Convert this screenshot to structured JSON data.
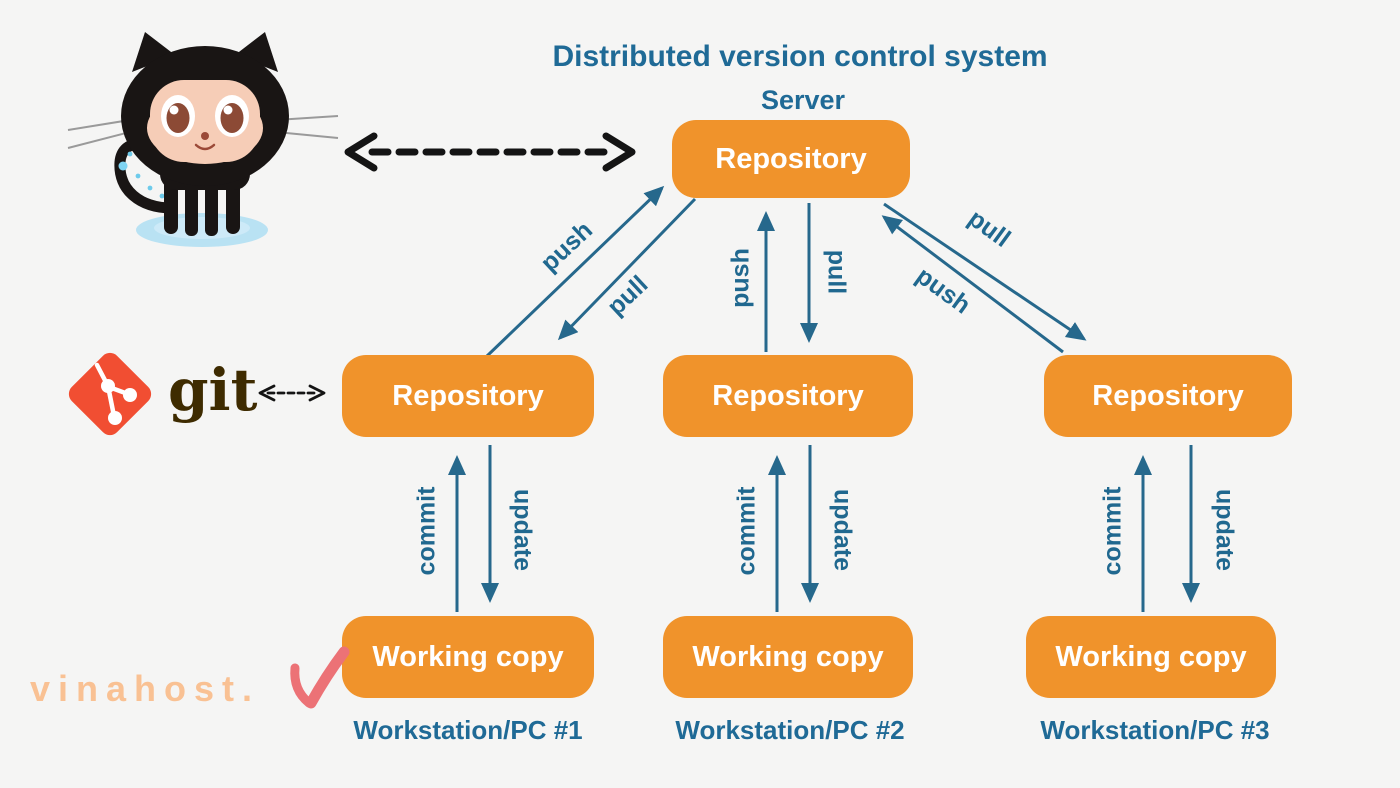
{
  "title": "Distributed version control system",
  "server": {
    "label": "Server",
    "box": "Repository"
  },
  "nodes": {
    "repositories": [
      "Repository",
      "Repository",
      "Repository"
    ],
    "working_copies": [
      "Working copy",
      "Working copy",
      "Working copy"
    ],
    "workstations": [
      "Workstation/PC #1",
      "Workstation/PC #2",
      "Workstation/PC #3"
    ]
  },
  "edge_labels": {
    "push": "push",
    "pull": "pull",
    "commit": "commit",
    "update": "update"
  },
  "logos": {
    "github_icon": "github-octocat-mascot",
    "git_icon": "git-diamond-logo",
    "git_label": "git"
  },
  "watermark": {
    "text": "vinahost.",
    "mark": "v-checkmark"
  },
  "colors": {
    "background": "#f5f5f4",
    "box_orange": "#f0932b",
    "text_teal": "#1f6a96",
    "arrow_teal": "#26688c",
    "dashed_black": "#141414",
    "git_red": "#f14e32",
    "git_text": "#3e2b00",
    "watermark_orange": "#f9c193",
    "watermark_red": "#ec7276"
  }
}
